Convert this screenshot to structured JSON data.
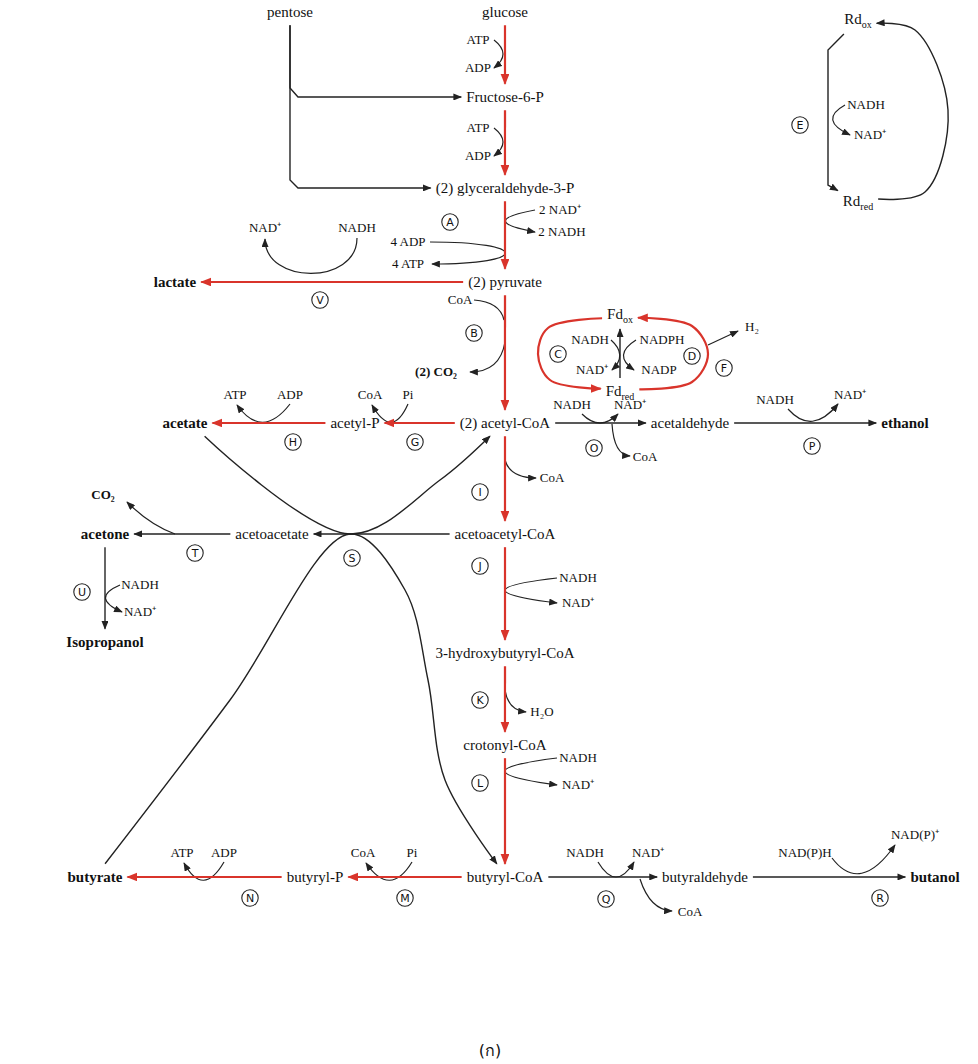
{
  "diagram": {
    "caption": "(ก)",
    "nodes": [
      {
        "text": [
          "pentose"
        ]
      },
      {
        "text": [
          "glucose"
        ]
      },
      {
        "text": [
          "Fructose-6-P"
        ]
      },
      {
        "text": [
          "Rd",
          "ox"
        ]
      },
      {
        "text": [
          "E"
        ]
      },
      {
        "text": [
          "(2) glyceraldehyde-3-P"
        ]
      },
      {
        "text": [
          "A"
        ]
      },
      {
        "text": [
          "Rd",
          "red"
        ]
      },
      {
        "text": [
          "lactate"
        ]
      },
      {
        "text": [
          "(2) pyruvate"
        ]
      },
      {
        "text": [
          "V"
        ]
      },
      {
        "text": [
          "Fd",
          "ox"
        ]
      },
      {
        "text": [
          "B"
        ]
      },
      {
        "text": [
          "C"
        ]
      },
      {
        "text": [
          "D"
        ]
      },
      {
        "text": [
          "F"
        ]
      },
      {
        "text": [
          "Fd",
          "red"
        ]
      },
      {
        "text": [
          "acetate"
        ]
      },
      {
        "text": [
          "acetyl-P"
        ]
      },
      {
        "text": [
          "(2) acetyl-CoA"
        ]
      },
      {
        "text": [
          "acetaldehyde"
        ]
      },
      {
        "text": [
          "ethanol"
        ]
      },
      {
        "text": [
          "H"
        ]
      },
      {
        "text": [
          "G"
        ]
      },
      {
        "text": [
          "O"
        ]
      },
      {
        "text": [
          "P"
        ]
      },
      {
        "text": [
          "I"
        ]
      },
      {
        "text": [
          "acetone"
        ]
      },
      {
        "text": [
          "T"
        ]
      },
      {
        "text": [
          "acetoacetate"
        ]
      },
      {
        "text": [
          "S"
        ]
      },
      {
        "text": [
          "acetoacetyl-CoA"
        ]
      },
      {
        "text": [
          "J"
        ]
      },
      {
        "text": [
          "U"
        ]
      },
      {
        "text": [
          "Isopropanol"
        ]
      },
      {
        "text": [
          "3-hydroxybutyryl-CoA"
        ]
      },
      {
        "text": [
          "K"
        ]
      },
      {
        "text": [
          "crotonyl-CoA"
        ]
      },
      {
        "text": [
          "L"
        ]
      },
      {
        "text": [
          "butyrate"
        ]
      },
      {
        "text": [
          "N"
        ]
      },
      {
        "text": [
          "butyryl-P"
        ]
      },
      {
        "text": [
          "M"
        ]
      },
      {
        "text": [
          "butyryl-CoA"
        ]
      },
      {
        "text": [
          "butyraldehyde"
        ]
      },
      {
        "text": [
          "Q"
        ]
      },
      {
        "text": [
          "butanol"
        ]
      },
      {
        "text": [
          "R"
        ]
      }
    ],
    "edges": [
      {
        "from": 1,
        "to": 2,
        "arrow": "to"
      },
      {
        "from": 0,
        "to": 2,
        "arrow": "to"
      },
      {
        "from": 2,
        "to": 5,
        "arrow": "to"
      },
      {
        "from": 0,
        "to": 5,
        "arrow": "to"
      },
      {
        "from": 3,
        "to": 7,
        "arrow": "to"
      },
      {
        "from": 7,
        "to": 3,
        "arrow": "to"
      },
      {
        "from": 5,
        "to": 9,
        "arrow": "to"
      },
      {
        "from": 9,
        "to": 8,
        "arrow": "to"
      },
      {
        "from": 9,
        "to": 19,
        "arrow": "to"
      },
      {
        "from": 11,
        "to": 16,
        "arrow": "to"
      },
      {
        "from": 16,
        "to": 11,
        "arrow": "to"
      },
      {
        "from": 16,
        "to": 11,
        "arrow": "to"
      },
      {
        "from": 19,
        "to": 18,
        "arrow": "to"
      },
      {
        "from": 18,
        "to": 17,
        "arrow": "to"
      },
      {
        "from": 19,
        "to": 20,
        "arrow": "to"
      },
      {
        "from": 20,
        "to": 21,
        "arrow": "to"
      },
      {
        "from": 17,
        "to": 19,
        "arrow": "to"
      },
      {
        "from": 19,
        "to": 31,
        "arrow": "to"
      },
      {
        "from": 31,
        "to": 29,
        "arrow": "to"
      },
      {
        "from": 29,
        "to": 27,
        "arrow": "to"
      },
      {
        "from": 27,
        "to": 34,
        "arrow": "to"
      },
      {
        "from": 31,
        "to": 35,
        "arrow": "to"
      },
      {
        "from": 35,
        "to": 37,
        "arrow": "to"
      },
      {
        "from": 37,
        "to": 43,
        "arrow": "to"
      },
      {
        "from": 39,
        "to": 43,
        "arrow": "to"
      },
      {
        "from": 43,
        "to": 41,
        "arrow": "to"
      },
      {
        "from": 41,
        "to": 39,
        "arrow": "to"
      },
      {
        "from": 43,
        "to": 44,
        "arrow": "to"
      },
      {
        "from": 44,
        "to": 46,
        "arrow": "to"
      }
    ],
    "labels": [
      "ATP",
      "ADP",
      "ATP",
      "ADP",
      "NADH",
      "NAD⁺",
      "2 NAD⁺",
      "2 NADH",
      "4 ADP",
      "4 ATP",
      "NAD⁺",
      "NADH",
      "CoA",
      "NADH",
      "NADPH",
      "H₂",
      "NAD⁺",
      "NADP",
      "(2) CO₂",
      "ATP",
      "ADP",
      "CoA",
      "Pi",
      "NADH",
      "NAD⁺",
      "NADH",
      "NAD⁺",
      "CoA",
      "CoA",
      "CO₂",
      "NADH",
      "NAD⁺",
      "NADH",
      "NAD⁺",
      "H₂O",
      "NADH",
      "NAD⁺",
      "ATP",
      "ADP",
      "CoA",
      "Pi",
      "NADH",
      "NAD⁺",
      "NAD(P)H",
      "NAD(P)⁺",
      "CoA"
    ]
  }
}
